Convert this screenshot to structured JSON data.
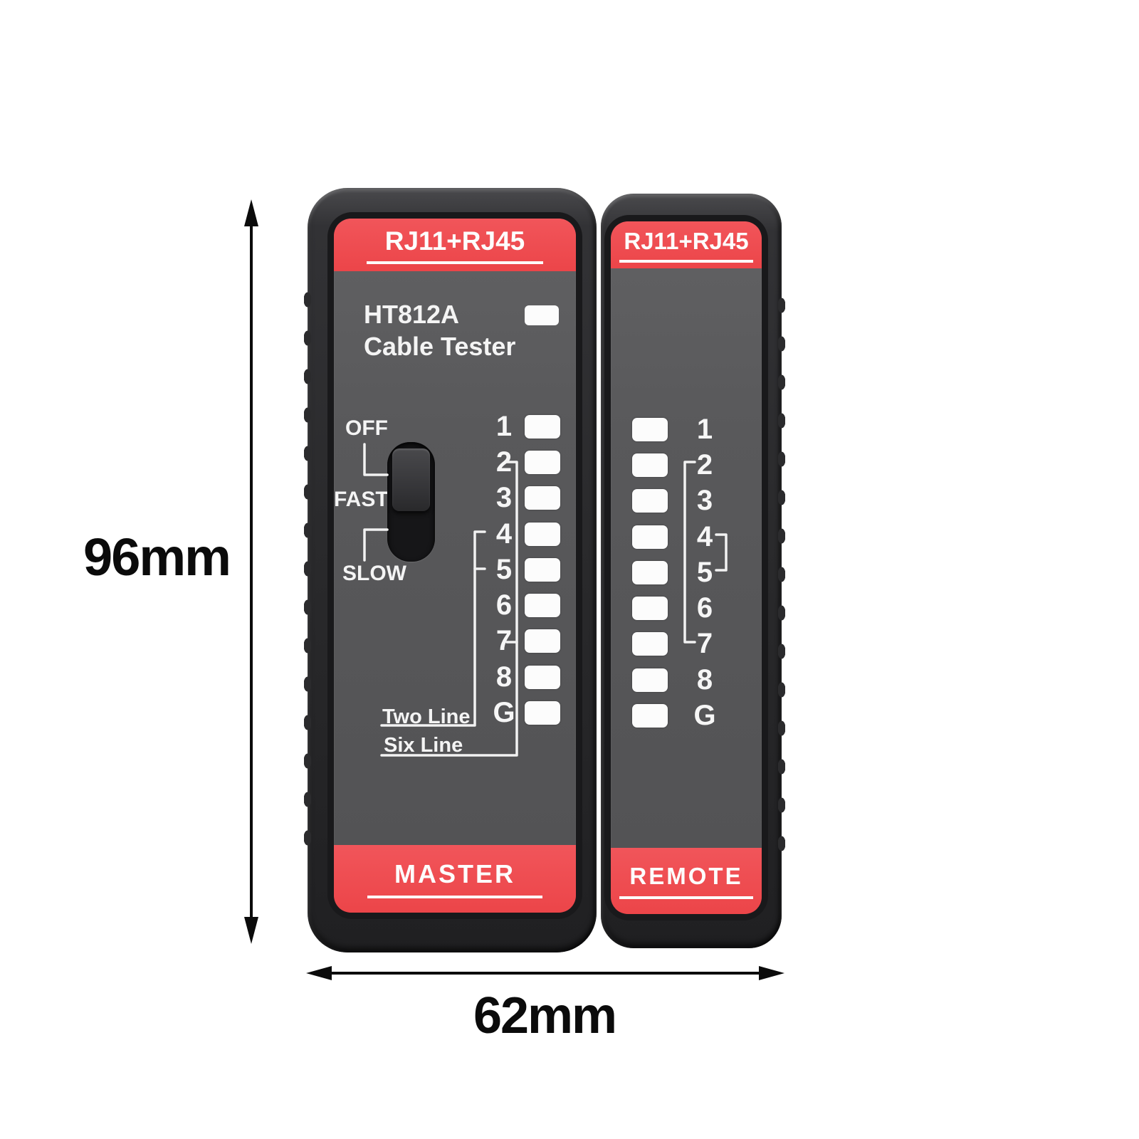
{
  "dimension_labels": {
    "height": "96mm",
    "width": "62mm"
  },
  "master": {
    "top_banner_label": "RJ11+RJ45",
    "model": "HT812A",
    "subtitle": "Cable Tester",
    "switch_labels": {
      "off": "OFF",
      "fast": "FAST-",
      "slow": "SLOW"
    },
    "pins": [
      "1",
      "2",
      "3",
      "4",
      "5",
      "6",
      "7",
      "8",
      "G"
    ],
    "wiring_labels": {
      "two_line": "Two Line",
      "six_line": "Six Line"
    },
    "bottom_banner_label": "MASTER"
  },
  "remote": {
    "top_banner_label": "RJ11+RJ45",
    "pins": [
      "1",
      "2",
      "3",
      "4",
      "5",
      "6",
      "7",
      "8",
      "G"
    ],
    "bottom_banner_label": "REMOTE"
  },
  "colors": {
    "accent_red": "#ee4a4f",
    "face_gray": "#59595b",
    "body_dark": "#2a2a2c",
    "led_white": "#fcfcfc",
    "annotation_black": "#0b0b0b"
  }
}
